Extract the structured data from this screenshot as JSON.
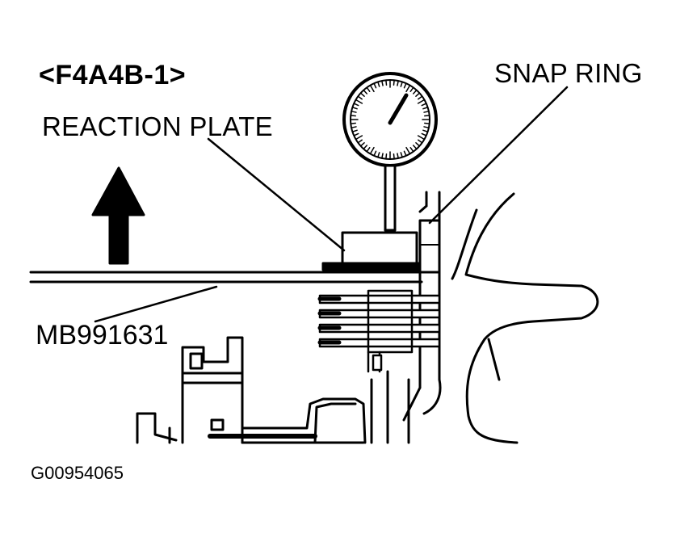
{
  "diagram": {
    "model_code": "<F4A4B-1>",
    "figure_id": "G00954065",
    "callouts": {
      "reaction_plate": "REACTION PLATE",
      "snap_ring": "SNAP RING",
      "special_tool": "MB991631"
    }
  }
}
